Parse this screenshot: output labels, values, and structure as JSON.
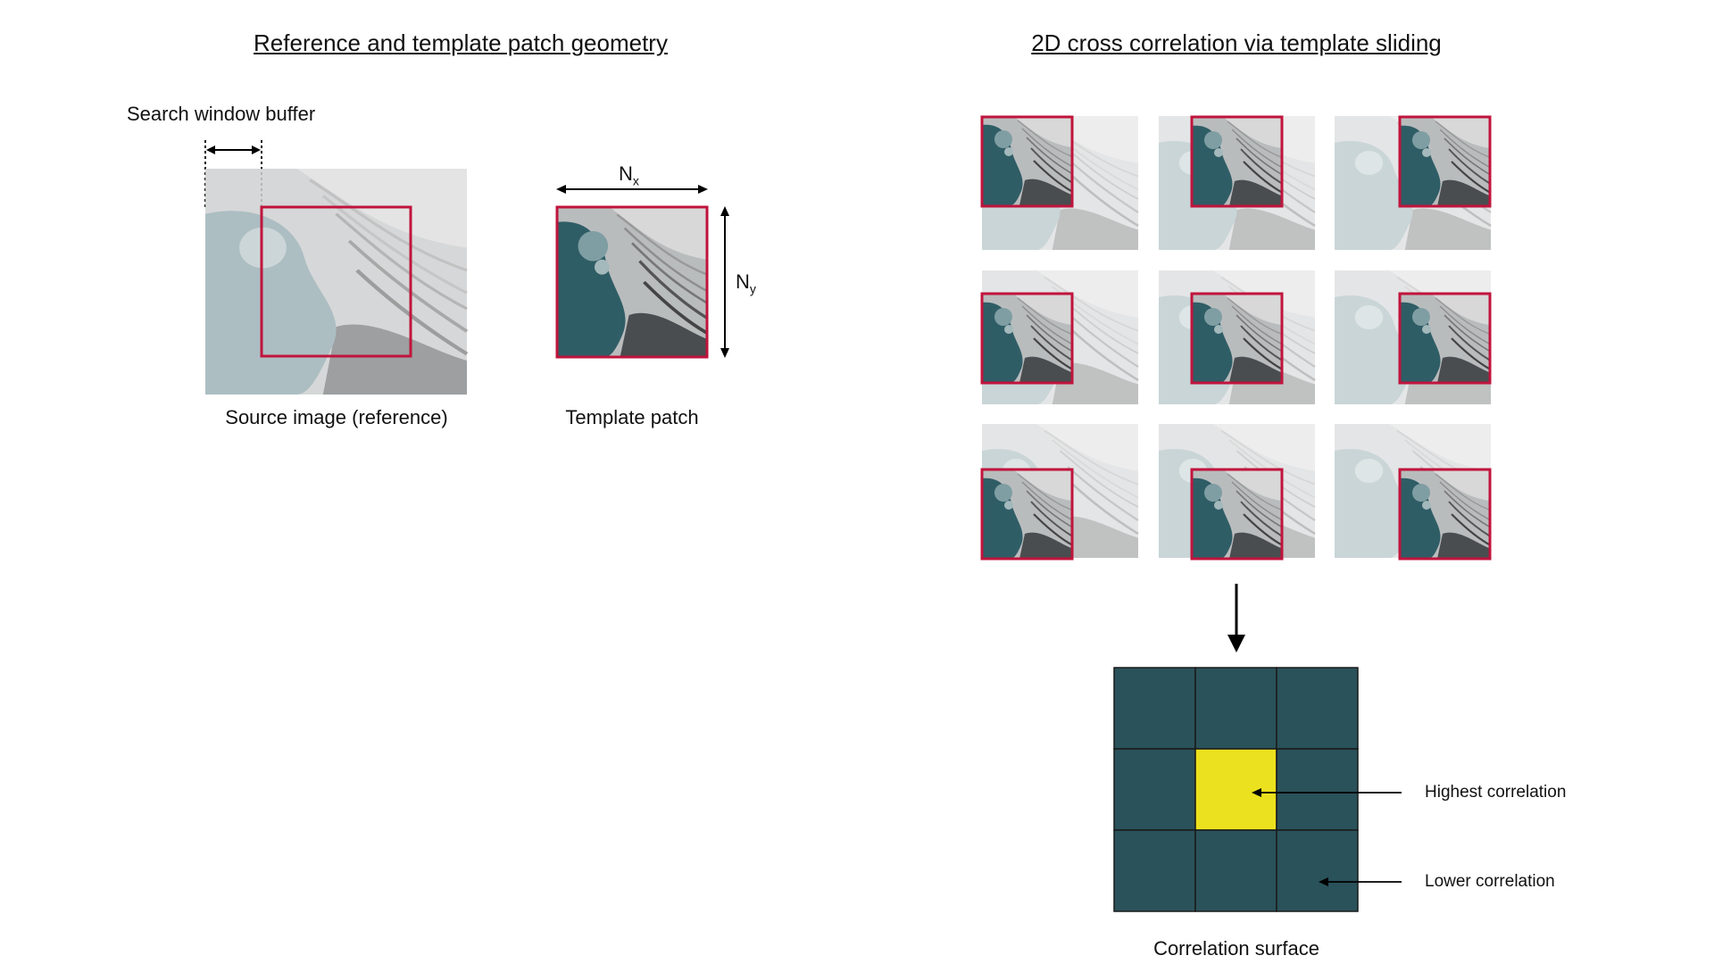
{
  "left_panel": {
    "title": "Reference and template patch geometry",
    "search_buffer_label": "Search window buffer",
    "source_label": "Source image (reference)",
    "template_label": "Template patch",
    "nx_label": "N",
    "nx_sub": "x",
    "ny_label": "N",
    "ny_sub": "y"
  },
  "right_panel": {
    "title": "2D cross correlation via template sliding",
    "surface_label": "Correlation surface",
    "highest_label": "Highest correlation",
    "lower_label": "Lower correlation",
    "highest_cell": {
      "row": 1,
      "col": 1
    }
  },
  "colors": {
    "red_box": "#c0143c",
    "surface_cell": "#2a525a",
    "highlight_cell": "#ebe11e",
    "water": "#3b6b74",
    "ice": "#d6d6d6"
  }
}
